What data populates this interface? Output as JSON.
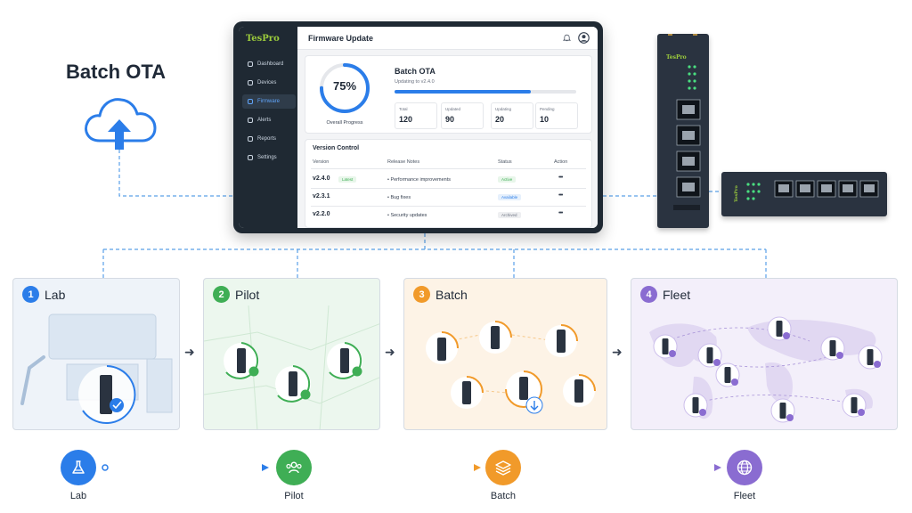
{
  "title": "Batch OTA",
  "colors": {
    "blue": "#2b7de9",
    "green": "#3fae55",
    "orange": "#f19a2a",
    "purple": "#8a6cd1",
    "dark": "#1f2933"
  },
  "dashboard": {
    "brand": "TesPro",
    "nav": [
      {
        "label": "Dashboard",
        "icon": "grid-icon"
      },
      {
        "label": "Devices",
        "icon": "device-icon"
      },
      {
        "label": "Firmware",
        "icon": "chip-icon",
        "active": true
      },
      {
        "label": "Alerts",
        "icon": "alert-icon"
      },
      {
        "label": "Reports",
        "icon": "report-icon"
      },
      {
        "label": "Settings",
        "icon": "gear-icon"
      }
    ],
    "page_title": "Firmware Update",
    "progress": {
      "percent": 75,
      "percent_label": "75%",
      "ring_label": "Overall Progress",
      "heading": "Batch OTA",
      "subtitle": "Updating to v2.4.0",
      "stats": [
        {
          "label": "Total",
          "value": "120"
        },
        {
          "label": "Updated",
          "value": "90"
        },
        {
          "label": "Updating",
          "value": "20"
        },
        {
          "label": "Pending",
          "value": "10"
        }
      ]
    },
    "version_control": {
      "title": "Version Control",
      "headers": [
        "Version",
        "Release Notes",
        "Status",
        "Action"
      ],
      "rows": [
        {
          "version": "v2.4.0",
          "tag": "Latest",
          "note": "• Performance improvements",
          "status": "Active",
          "action": "•••"
        },
        {
          "version": "v2.3.1",
          "tag": "",
          "note": "• Bug fixes",
          "status": "Available",
          "action": "•••"
        },
        {
          "version": "v2.2.0",
          "tag": "",
          "note": "• Security updates",
          "status": "Archived",
          "action": "•••"
        }
      ]
    }
  },
  "stages": [
    {
      "num": "1",
      "name": "Lab"
    },
    {
      "num": "2",
      "name": "Pilot"
    },
    {
      "num": "3",
      "name": "Batch"
    },
    {
      "num": "4",
      "name": "Fleet"
    }
  ],
  "timeline": [
    {
      "label": "Lab",
      "icon": "flask-icon"
    },
    {
      "label": "Pilot",
      "icon": "users-icon"
    },
    {
      "label": "Batch",
      "icon": "layers-icon"
    },
    {
      "label": "Fleet",
      "icon": "globe-icon"
    }
  ]
}
